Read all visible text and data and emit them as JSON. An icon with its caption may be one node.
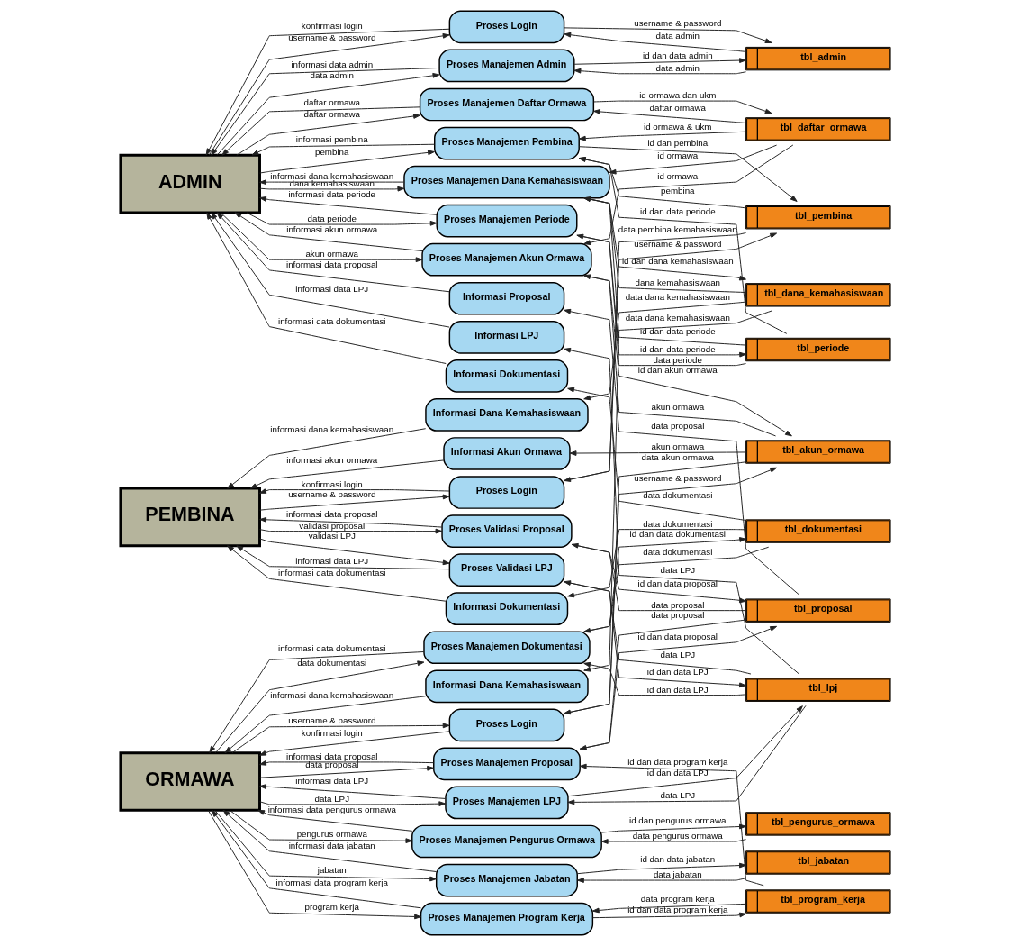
{
  "diagram": {
    "nodes": [
      {
        "text": [
          "ADMIN"
        ]
      },
      {
        "text": [
          "PEMBINA"
        ]
      },
      {
        "text": [
          "ORMAWA"
        ]
      },
      {
        "text": [
          "Proses Login"
        ]
      },
      {
        "text": [
          "Proses Manajemen Admin"
        ]
      },
      {
        "text": [
          "Proses Manajemen Daftar Ormawa"
        ]
      },
      {
        "text": [
          "Proses Manajemen Pembina"
        ]
      },
      {
        "text": [
          "Proses Manajemen Dana Kemahasiswaan"
        ]
      },
      {
        "text": [
          "Proses Manajemen Periode"
        ]
      },
      {
        "text": [
          "Proses Manajemen Akun Ormawa"
        ]
      },
      {
        "text": [
          "Informasi Proposal"
        ]
      },
      {
        "text": [
          "Informasi LPJ"
        ]
      },
      {
        "text": [
          "Informasi Dokumentasi"
        ]
      },
      {
        "text": [
          "Informasi Dana Kemahasiswaan"
        ]
      },
      {
        "text": [
          "Informasi Akun Ormawa"
        ]
      },
      {
        "text": [
          "Proses Login"
        ]
      },
      {
        "text": [
          "Proses Validasi Proposal"
        ]
      },
      {
        "text": [
          "Proses Validasi LPJ"
        ]
      },
      {
        "text": [
          "Informasi Dokumentasi"
        ]
      },
      {
        "text": [
          "Proses Manajemen Dokumentasi"
        ]
      },
      {
        "text": [
          "Informasi Dana Kemahasiswaan"
        ]
      },
      {
        "text": [
          "Proses Login"
        ]
      },
      {
        "text": [
          "Proses Manajemen Proposal"
        ]
      },
      {
        "text": [
          "Proses Manajemen LPJ"
        ]
      },
      {
        "text": [
          "Proses Manajemen Pengurus Ormawa"
        ]
      },
      {
        "text": [
          "Proses Manajemen Jabatan"
        ]
      },
      {
        "text": [
          "Proses Manajemen Program Kerja"
        ]
      },
      {
        "text": [
          "tbl_admin"
        ]
      },
      {
        "text": [
          "tbl_daftar_ormawa"
        ]
      },
      {
        "text": [
          "tbl_pembina"
        ]
      },
      {
        "text": [
          "tbl_dana_kemahasiswaan"
        ]
      },
      {
        "text": [
          "tbl_periode"
        ]
      },
      {
        "text": [
          "tbl_akun_ormawa"
        ]
      },
      {
        "text": [
          "tbl_dokumentasi"
        ]
      },
      {
        "text": [
          "tbl_proposal"
        ]
      },
      {
        "text": [
          "tbl_lpj"
        ]
      },
      {
        "text": [
          "tbl_pengurus_ormawa"
        ]
      },
      {
        "text": [
          "tbl_jabatan"
        ]
      },
      {
        "text": [
          "tbl_program_kerja"
        ]
      }
    ],
    "edges": [
      {
        "from": 0,
        "to": 3,
        "arrow": "to",
        "label": "username & password"
      },
      {
        "from": 3,
        "to": 0,
        "arrow": "to",
        "label": "konfirmasi login"
      },
      {
        "from": 3,
        "to": 27,
        "arrow": "to",
        "label": "username & password"
      },
      {
        "from": 27,
        "to": 3,
        "arrow": "to",
        "label": "data admin"
      },
      {
        "from": 0,
        "to": 4,
        "arrow": "to",
        "label": "data admin"
      },
      {
        "from": 4,
        "to": 0,
        "arrow": "to",
        "label": "informasi data admin"
      },
      {
        "from": 4,
        "to": 27,
        "arrow": "to",
        "label": "id dan data admin"
      },
      {
        "from": 27,
        "to": 4,
        "arrow": "to",
        "label": "data admin"
      },
      {
        "from": 0,
        "to": 5,
        "arrow": "to",
        "label": "daftar ormawa"
      },
      {
        "from": 5,
        "to": 0,
        "arrow": "to",
        "label": "daftar ormawa"
      },
      {
        "from": 5,
        "to": 28,
        "arrow": "to",
        "label": "id ormawa dan ukm"
      },
      {
        "from": 28,
        "to": 5,
        "arrow": "to",
        "label": "daftar ormawa"
      },
      {
        "from": 28,
        "to": 6,
        "arrow": "to",
        "label": "id ormawa & ukm"
      },
      {
        "from": 0,
        "to": 6,
        "arrow": "to",
        "label": "pembina"
      },
      {
        "from": 6,
        "to": 0,
        "arrow": "to",
        "label": "informasi pembina"
      },
      {
        "from": 6,
        "to": 29,
        "arrow": "to",
        "label": "id dan pembina"
      },
      {
        "from": 29,
        "to": 6,
        "arrow": "to",
        "label": "pembina"
      },
      {
        "from": 31,
        "to": 6,
        "arrow": "to",
        "label": "id dan data periode"
      },
      {
        "from": 28,
        "to": 7,
        "arrow": "to",
        "label": "id ormawa"
      },
      {
        "from": 0,
        "to": 7,
        "arrow": "to",
        "label": "dana kemahasiswaan"
      },
      {
        "from": 7,
        "to": 0,
        "arrow": "to",
        "label": "informasi dana kemahasiswaan"
      },
      {
        "from": 7,
        "to": 30,
        "arrow": "to",
        "label": "id dan dana kemahasiswaan"
      },
      {
        "from": 30,
        "to": 7,
        "arrow": "to",
        "label": "dana kemahasiswaan"
      },
      {
        "from": 31,
        "to": 7,
        "arrow": "to",
        "label": "id dan data periode"
      },
      {
        "from": 0,
        "to": 8,
        "arrow": "to",
        "label": "data periode"
      },
      {
        "from": 8,
        "to": 0,
        "arrow": "to",
        "label": "informasi data periode"
      },
      {
        "from": 8,
        "to": 31,
        "arrow": "to",
        "label": "id dan data periode"
      },
      {
        "from": 31,
        "to": 8,
        "arrow": "to",
        "label": "data periode"
      },
      {
        "from": 0,
        "to": 9,
        "arrow": "to",
        "label": "akun ormawa"
      },
      {
        "from": 9,
        "to": 0,
        "arrow": "to",
        "label": "informasi akun ormawa"
      },
      {
        "from": 9,
        "to": 32,
        "arrow": "to",
        "label": "id dan akun ormawa"
      },
      {
        "from": 32,
        "to": 9,
        "arrow": "to",
        "label": "akun ormawa"
      },
      {
        "from": 28,
        "to": 9,
        "arrow": "to",
        "label": "id ormawa"
      },
      {
        "from": 10,
        "to": 0,
        "arrow": "to",
        "label": "informasi data proposal"
      },
      {
        "from": 34,
        "to": 10,
        "arrow": "to",
        "label": "data proposal"
      },
      {
        "from": 11,
        "to": 0,
        "arrow": "to",
        "label": "informasi data LPJ"
      },
      {
        "from": 35,
        "to": 11,
        "arrow": "to",
        "label": "data LPJ"
      },
      {
        "from": 12,
        "to": 0,
        "arrow": "to",
        "label": "informasi data dokumentasi"
      },
      {
        "from": 33,
        "to": 12,
        "arrow": "to",
        "label": "data dokumentasi"
      },
      {
        "from": 13,
        "to": 1,
        "arrow": "to",
        "label": "informasi dana kemahasiswaan"
      },
      {
        "from": 30,
        "to": 13,
        "arrow": "to",
        "label": "data dana kemahasiswaan"
      },
      {
        "from": 14,
        "to": 1,
        "arrow": "to",
        "label": "informasi akun ormawa"
      },
      {
        "from": 32,
        "to": 14,
        "arrow": "to",
        "label": "akun ormawa"
      },
      {
        "from": 1,
        "to": 15,
        "arrow": "to",
        "label": "username & password"
      },
      {
        "from": 15,
        "to": 1,
        "arrow": "to",
        "label": "konfirmasi login"
      },
      {
        "from": 15,
        "to": 29,
        "arrow": "to",
        "label": "username & password"
      },
      {
        "from": 29,
        "to": 15,
        "arrow": "to",
        "label": "data pembina kemahasiswaan"
      },
      {
        "from": 1,
        "to": 16,
        "arrow": "to",
        "label": "validasi proposal"
      },
      {
        "from": 16,
        "to": 1,
        "arrow": "to",
        "label": "informasi data proposal"
      },
      {
        "from": 16,
        "to": 34,
        "arrow": "to",
        "label": "id dan data proposal"
      },
      {
        "from": 34,
        "to": 16,
        "arrow": "to",
        "label": "data proposal"
      },
      {
        "from": 1,
        "to": 17,
        "arrow": "to",
        "label": "validasi LPJ"
      },
      {
        "from": 17,
        "to": 1,
        "arrow": "to",
        "label": "informasi data LPJ"
      },
      {
        "from": 17,
        "to": 35,
        "arrow": "to",
        "label": "id dan data LPJ"
      },
      {
        "from": 35,
        "to": 17,
        "arrow": "to",
        "label": "data LPJ"
      },
      {
        "from": 18,
        "to": 1,
        "arrow": "to",
        "label": "informasi data dokumentasi"
      },
      {
        "from": 33,
        "to": 18,
        "arrow": "to",
        "label": "data dokumentasi"
      },
      {
        "from": 2,
        "to": 19,
        "arrow": "to",
        "label": "data dokumentasi"
      },
      {
        "from": 19,
        "to": 2,
        "arrow": "to",
        "label": "informasi data dokumentasi"
      },
      {
        "from": 19,
        "to": 33,
        "arrow": "to",
        "label": "id dan data dokumentasi"
      },
      {
        "from": 33,
        "to": 19,
        "arrow": "to",
        "label": "data dokumentasi"
      },
      {
        "from": 35,
        "to": 19,
        "arrow": "to",
        "label": "id dan data LPJ"
      },
      {
        "from": 20,
        "to": 2,
        "arrow": "to",
        "label": "informasi dana kemahasiswaan"
      },
      {
        "from": 30,
        "to": 20,
        "arrow": "to",
        "label": "data dana kemahasiswaan"
      },
      {
        "from": 2,
        "to": 21,
        "arrow": "to",
        "label": "username & password"
      },
      {
        "from": 21,
        "to": 2,
        "arrow": "to",
        "label": "konfirmasi login"
      },
      {
        "from": 21,
        "to": 32,
        "arrow": "to",
        "label": "username & password"
      },
      {
        "from": 32,
        "to": 21,
        "arrow": "to",
        "label": "data akun ormawa"
      },
      {
        "from": 2,
        "to": 22,
        "arrow": "to",
        "label": "data proposal"
      },
      {
        "from": 22,
        "to": 2,
        "arrow": "to",
        "label": "informasi data proposal"
      },
      {
        "from": 22,
        "to": 34,
        "arrow": "to",
        "label": "id dan data proposal"
      },
      {
        "from": 34,
        "to": 22,
        "arrow": "to",
        "label": "data proposal"
      },
      {
        "from": 38,
        "to": 22,
        "arrow": "to",
        "label": "id dan data program kerja"
      },
      {
        "from": 2,
        "to": 23,
        "arrow": "to",
        "label": "data LPJ"
      },
      {
        "from": 23,
        "to": 2,
        "arrow": "to",
        "label": "informasi data LPJ"
      },
      {
        "from": 23,
        "to": 35,
        "arrow": "to",
        "label": "id dan data LPJ"
      },
      {
        "from": 35,
        "to": 23,
        "arrow": "to",
        "label": "data LPJ"
      },
      {
        "from": 2,
        "to": 24,
        "arrow": "to",
        "label": "pengurus ormawa"
      },
      {
        "from": 24,
        "to": 2,
        "arrow": "to",
        "label": "informasi data pengurus ormawa"
      },
      {
        "from": 24,
        "to": 36,
        "arrow": "to",
        "label": "id dan pengurus ormawa"
      },
      {
        "from": 36,
        "to": 24,
        "arrow": "to",
        "label": "data pengurus ormawa"
      },
      {
        "from": 2,
        "to": 25,
        "arrow": "to",
        "label": "jabatan"
      },
      {
        "from": 25,
        "to": 2,
        "arrow": "to",
        "label": "informasi data jabatan"
      },
      {
        "from": 25,
        "to": 37,
        "arrow": "to",
        "label": "id dan data jabatan"
      },
      {
        "from": 37,
        "to": 25,
        "arrow": "to",
        "label": "data jabatan"
      },
      {
        "from": 2,
        "to": 26,
        "arrow": "to",
        "label": "program kerja"
      },
      {
        "from": 26,
        "to": 2,
        "arrow": "to",
        "label": "informasi data program kerja"
      },
      {
        "from": 26,
        "to": 38,
        "arrow": "to",
        "label": "id dan data program kerja"
      },
      {
        "from": 38,
        "to": 26,
        "arrow": "to",
        "label": "data program kerja"
      }
    ]
  }
}
